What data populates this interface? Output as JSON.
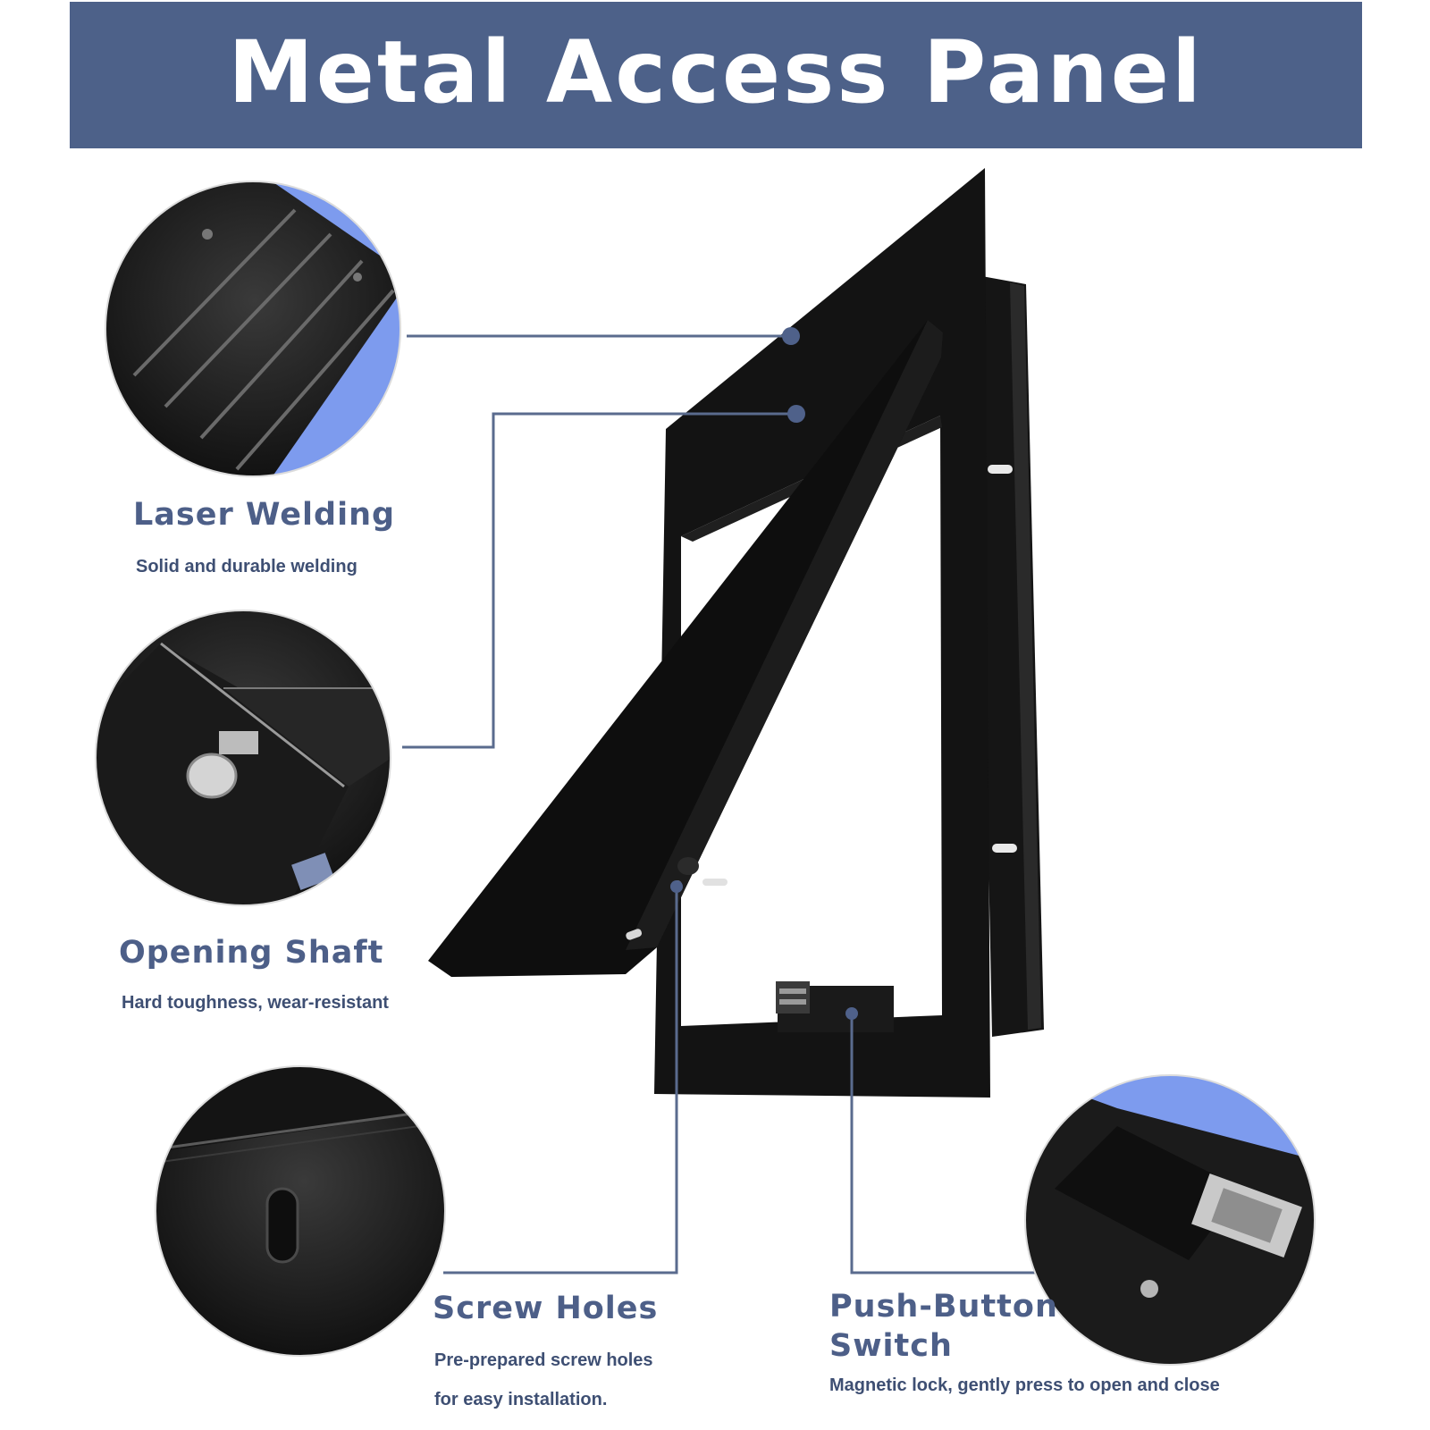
{
  "banner": {
    "title": "Metal Access Panel"
  },
  "features": {
    "laser_welding": {
      "title": "Laser Welding",
      "desc": "Solid and durable welding"
    },
    "opening_shaft": {
      "title": "Opening Shaft",
      "desc": "Hard toughness, wear-resistant"
    },
    "screw_holes": {
      "title": "Screw Holes",
      "desc_line1": "Pre-prepared screw holes",
      "desc_line2": "for easy installation."
    },
    "push_button": {
      "title_line1": "Push-Button",
      "title_line2": "Switch",
      "desc": "Magnetic lock, gently press to open and close"
    }
  },
  "colors": {
    "banner": "#4d6189",
    "heading_text": "#4d5f88",
    "callout_line": "#5a6b8e",
    "accent_blue": "#7f9ef0",
    "panel_black": "#121212"
  }
}
